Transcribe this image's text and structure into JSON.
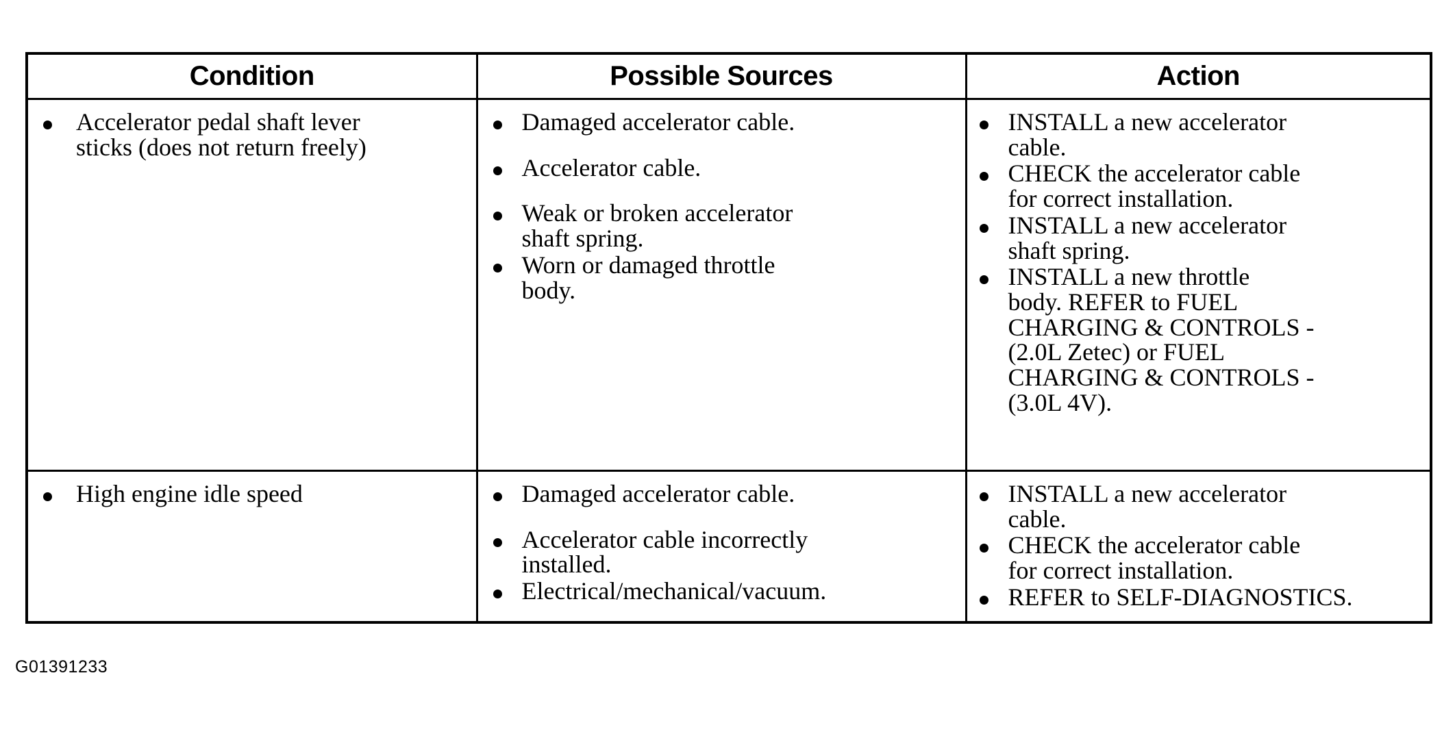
{
  "figure": {
    "id_label": "G01391233"
  },
  "table": {
    "columns": [
      {
        "key": "condition",
        "header": "Condition"
      },
      {
        "key": "sources",
        "header": "Possible Sources"
      },
      {
        "key": "action",
        "header": "Action"
      }
    ],
    "rows": [
      {
        "condition": [
          "Accelerator pedal shaft lever\nsticks (does not return freely)"
        ],
        "sources": [
          "Damaged accelerator cable.",
          "Accelerator cable.",
          "Weak or broken accelerator\nshaft spring.",
          "Worn or damaged throttle\nbody."
        ],
        "sources_gaps": [
          "none",
          "lg",
          "lg",
          "sm"
        ],
        "action": [
          "INSTALL a new accelerator\ncable.",
          "CHECK the accelerator cable\nfor correct installation.",
          "INSTALL a new accelerator\nshaft spring.",
          "INSTALL a new throttle\nbody. REFER to FUEL\nCHARGING & CONTROLS -\n(2.0L Zetec) or FUEL\nCHARGING & CONTROLS -\n(3.0L 4V)."
        ],
        "action_gaps": [
          "none",
          "sm",
          "sm",
          "sm"
        ]
      },
      {
        "condition": [
          "High engine idle speed"
        ],
        "sources": [
          "Damaged accelerator cable.",
          "Accelerator cable incorrectly\ninstalled.",
          "Electrical/mechanical/vacuum."
        ],
        "sources_gaps": [
          "none",
          "lg",
          "sm"
        ],
        "action": [
          "INSTALL a new accelerator\ncable.",
          "CHECK the accelerator cable\nfor correct installation.",
          "REFER to SELF-DIAGNOSTICS."
        ],
        "action_gaps": [
          "none",
          "sm",
          "sm"
        ]
      }
    ]
  },
  "colors": {
    "text": "#000000",
    "background": "#ffffff",
    "border": "#000000"
  }
}
